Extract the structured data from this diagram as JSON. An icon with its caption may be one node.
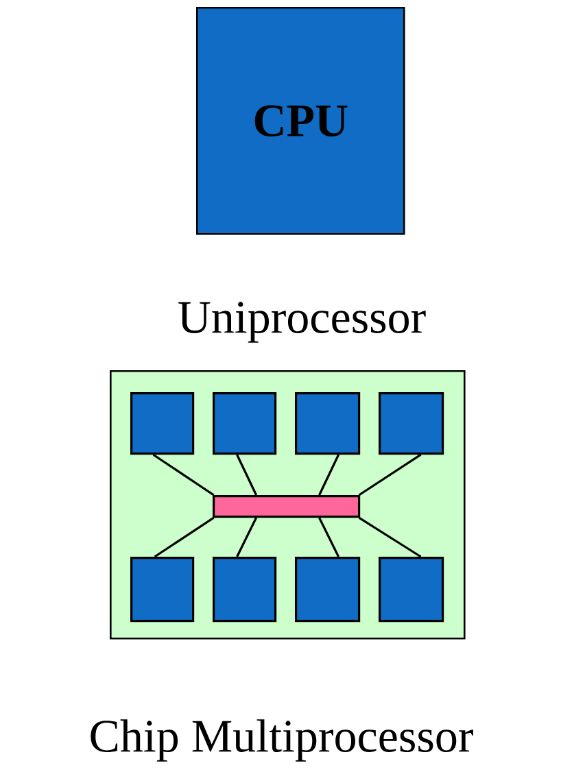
{
  "diagram": {
    "nodes": [
      {
        "text": [
          "CPU"
        ],
        "beside": [
          "Uniprocessor"
        ]
      },
      {
        "text": [],
        "shape": "box",
        "beside": [
          "Chip Multiprocessor"
        ]
      },
      {
        "text": [],
        "shape": "box",
        "in": 1
      },
      {
        "text": [],
        "shape": "box",
        "in": 1
      },
      {
        "text": [],
        "shape": "box",
        "in": 1
      },
      {
        "text": [],
        "shape": "box",
        "in": 1
      },
      {
        "text": [],
        "shape": "bar",
        "in": 1
      },
      {
        "text": [],
        "shape": "box",
        "in": 1
      },
      {
        "text": [],
        "shape": "box",
        "in": 1
      },
      {
        "text": [],
        "shape": "box",
        "in": 1
      },
      {
        "text": [],
        "shape": "box",
        "in": 1
      }
    ],
    "edges": [
      {
        "from": 2,
        "to": 6,
        "arrow": "none"
      },
      {
        "from": 3,
        "to": 6,
        "arrow": "none"
      },
      {
        "from": 4,
        "to": 6,
        "arrow": "none"
      },
      {
        "from": 5,
        "to": 6,
        "arrow": "none"
      },
      {
        "from": 7,
        "to": 6,
        "arrow": "none"
      },
      {
        "from": 8,
        "to": 6,
        "arrow": "none"
      },
      {
        "from": 9,
        "to": 6,
        "arrow": "none"
      },
      {
        "from": 10,
        "to": 6,
        "arrow": "none"
      }
    ]
  }
}
